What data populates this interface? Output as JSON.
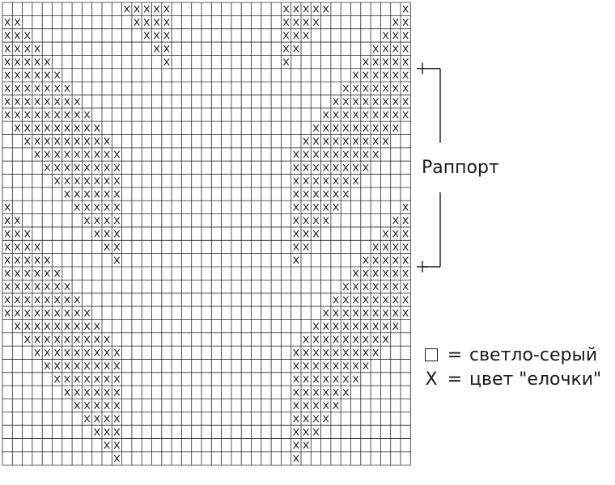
{
  "pattern": {
    "rows": [
      "............XXXXX...........XXXXX.......X",
      "XX...........XXXX...........XXXX.......XX",
      "XXX...........XXX...........XXX.......XXX",
      "XXXX...........XX...........XX.......XXXX",
      "XXXXX...........X...........X.......XXXXX",
      "XXXXXX.............................XXXXXX",
      "XXXXXXX...........................XXXXXXX",
      "XXXXXXXX.........................XXXXXXXX",
      "XXXXXXXXX.......................XXXXXXXXX",
      ".XXXXXXXXX.....................XXXXXXXXX.",
      "..XXXXXXXXX...................XXXXXXXXX..",
      "...XXXXXXXXX.................XXXXXXXXX...",
      "....XXXXXXXX.................XXXXXXXX....",
      ".....XXXXXXX.................XXXXXXX.....",
      "......XXXXXX.................XXXXXX......",
      "X......XXXXX.................XXXXX......X",
      "XX......XXXX.................XXXX......XX",
      "XXX......XXX.................XXX......XXX",
      "XXXX......XX.................XX......XXXX",
      "XXXXX......X.................X......XXXXX",
      "XXXXXX.............................XXXXXX",
      "XXXXXXX...........................XXXXXXX",
      "XXXXXXXX.........................XXXXXXXX",
      "XXXXXXXXX.......................XXXXXXXXX",
      ".XXXXXXXXX.....................XXXXXXXXX.",
      "..XXXXXXXXX...................XXXXXXXXX..",
      "...XXXXXXXXX.................XXXXXXXXX...",
      "....XXXXXXXX.................XXXXXXXX....",
      ".....XXXXXXX.................XXXXXXX.....",
      "......XXXXXX.................XXXXXX......",
      ".......XXXXX.................XXXXX.......",
      "........XXXX.................XXXX........",
      ".........XXX.................XXX.........",
      "..........XX.................XX..........",
      "...........X.................X..........."
    ],
    "rapport_start_row": 5,
    "rapport_end_row": 20
  },
  "rapport_label": "Раппорт",
  "legend": [
    {
      "symbol": "square",
      "equals": "=",
      "text": "светло-серый"
    },
    {
      "symbol": "X",
      "equals": "=",
      "text": "цвет \"елочки\""
    }
  ],
  "colors": {
    "ink": "#1a1a1a",
    "grid": "#2a2a2a",
    "background": "#ffffff"
  }
}
